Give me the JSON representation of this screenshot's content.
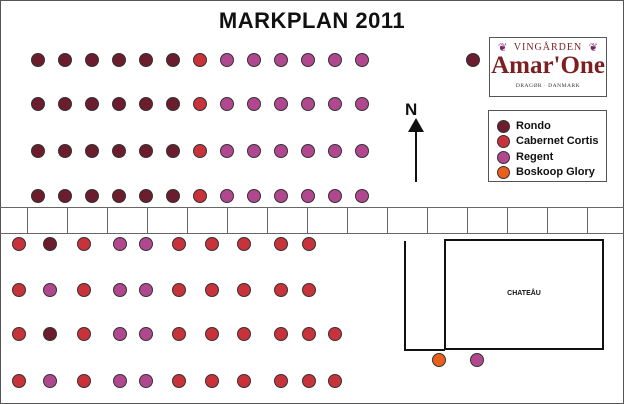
{
  "title": "MARKPLAN 2011",
  "logo": {
    "top_text": "VINGÅRDEN",
    "main_text": "Amar'One",
    "sub_text": "DRAGØR · DANMARK"
  },
  "compass": {
    "label": "N"
  },
  "legend": [
    {
      "key": "rondo",
      "label": "Rondo",
      "color": "#6b1d2e"
    },
    {
      "key": "cabernet_cortis",
      "label": "Cabernet Cortis",
      "color": "#c8323a"
    },
    {
      "key": "regent",
      "label": "Regent",
      "color": "#b1478f"
    },
    {
      "key": "boskoop_glory",
      "label": "Boskoop Glory",
      "color": "#e8601c"
    }
  ],
  "building": {
    "label": "CHATEÅU"
  },
  "upper_rows": [
    [
      "rondo",
      "rondo",
      "rondo",
      "rondo",
      "rondo",
      "rondo",
      "cabernet_cortis",
      "regent",
      "regent",
      "regent",
      "regent",
      "regent",
      "regent"
    ],
    [
      "rondo",
      "rondo",
      "rondo",
      "rondo",
      "rondo",
      "rondo",
      "cabernet_cortis",
      "regent",
      "regent",
      "regent",
      "regent",
      "regent",
      "regent"
    ],
    [
      "rondo",
      "rondo",
      "rondo",
      "rondo",
      "rondo",
      "rondo",
      "cabernet_cortis",
      "regent",
      "regent",
      "regent",
      "regent",
      "regent",
      "regent"
    ],
    [
      "rondo",
      "rondo",
      "rondo",
      "rondo",
      "rondo",
      "rondo",
      "cabernet_cortis",
      "regent",
      "regent",
      "regent",
      "regent",
      "regent",
      "regent"
    ]
  ],
  "lower_rows": [
    [
      "cabernet_cortis",
      "rondo",
      "cabernet_cortis",
      "regent",
      "regent",
      "cabernet_cortis",
      "cabernet_cortis",
      "cabernet_cortis",
      "cabernet_cortis",
      "cabernet_cortis"
    ],
    [
      "cabernet_cortis",
      "regent",
      "cabernet_cortis",
      "regent",
      "regent",
      "cabernet_cortis",
      "cabernet_cortis",
      "cabernet_cortis",
      "cabernet_cortis",
      "cabernet_cortis"
    ],
    [
      "cabernet_cortis",
      "rondo",
      "cabernet_cortis",
      "regent",
      "regent",
      "cabernet_cortis",
      "cabernet_cortis",
      "cabernet_cortis",
      "cabernet_cortis",
      "cabernet_cortis",
      "cabernet_cortis"
    ],
    [
      "cabernet_cortis",
      "regent",
      "cabernet_cortis",
      "regent",
      "regent",
      "cabernet_cortis",
      "cabernet_cortis",
      "cabernet_cortis",
      "cabernet_cortis",
      "cabernet_cortis",
      "cabernet_cortis"
    ]
  ],
  "extra_vines": {
    "near_logo": "rondo",
    "near_building": [
      "boskoop_glory",
      "regent"
    ]
  }
}
